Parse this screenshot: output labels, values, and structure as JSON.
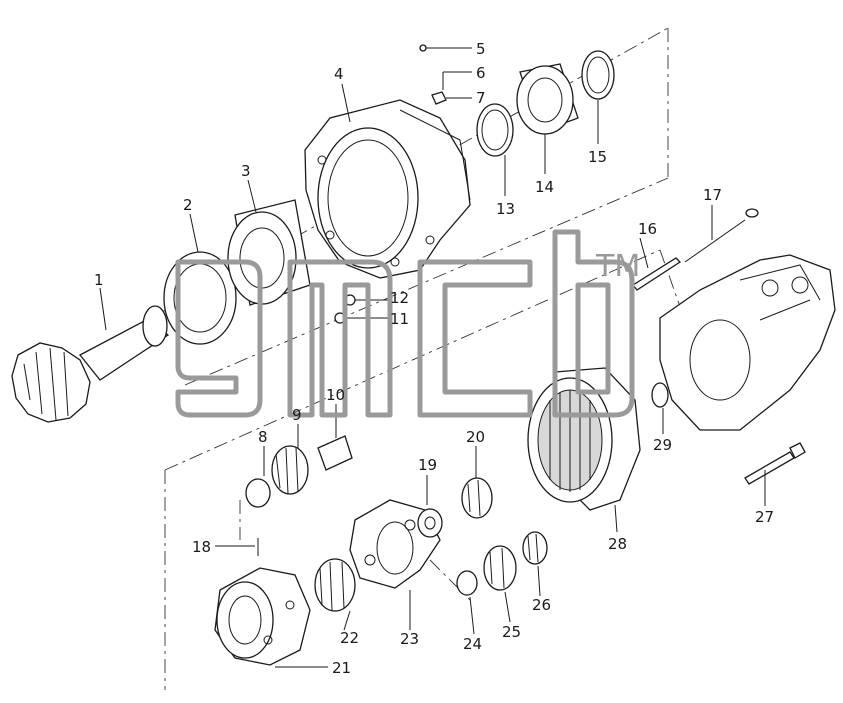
{
  "diagram": {
    "watermark": {
      "tm": "TM"
    },
    "callouts": [
      {
        "id": "1",
        "label": "1"
      },
      {
        "id": "2",
        "label": "2"
      },
      {
        "id": "3",
        "label": "3"
      },
      {
        "id": "4",
        "label": "4"
      },
      {
        "id": "5",
        "label": "5"
      },
      {
        "id": "6",
        "label": "6"
      },
      {
        "id": "7",
        "label": "7"
      },
      {
        "id": "8",
        "label": "8"
      },
      {
        "id": "9",
        "label": "9"
      },
      {
        "id": "10",
        "label": "10"
      },
      {
        "id": "11",
        "label": "11"
      },
      {
        "id": "12",
        "label": "12"
      },
      {
        "id": "13",
        "label": "13"
      },
      {
        "id": "14",
        "label": "14"
      },
      {
        "id": "15",
        "label": "15"
      },
      {
        "id": "16",
        "label": "16"
      },
      {
        "id": "17",
        "label": "17"
      },
      {
        "id": "18",
        "label": "18"
      },
      {
        "id": "19",
        "label": "19"
      },
      {
        "id": "20",
        "label": "20"
      },
      {
        "id": "21",
        "label": "21"
      },
      {
        "id": "22",
        "label": "22"
      },
      {
        "id": "23",
        "label": "23"
      },
      {
        "id": "24",
        "label": "24"
      },
      {
        "id": "25",
        "label": "25"
      },
      {
        "id": "26",
        "label": "26"
      },
      {
        "id": "27",
        "label": "27"
      },
      {
        "id": "28",
        "label": "28"
      },
      {
        "id": "29",
        "label": "29"
      }
    ],
    "colors": {
      "line": "#1a1a1a",
      "watermark": "#9a9a9a",
      "background": "#ffffff"
    }
  }
}
